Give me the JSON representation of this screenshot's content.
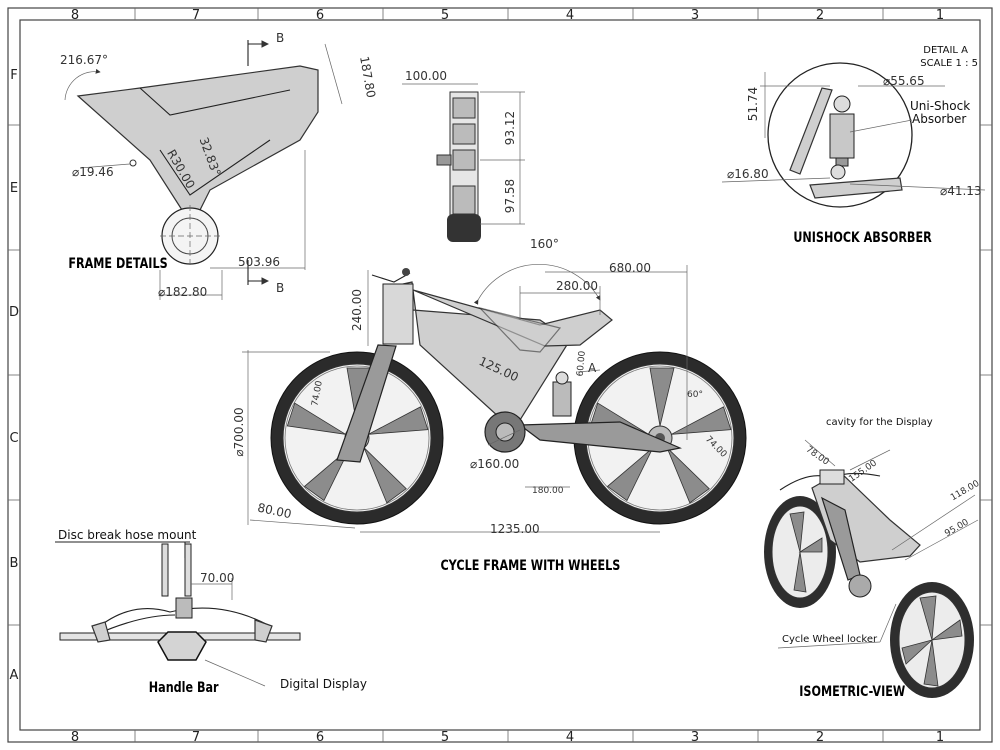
{
  "border": {
    "columns": [
      "8",
      "7",
      "6",
      "5",
      "4",
      "3",
      "2",
      "1"
    ],
    "rows": [
      "F",
      "E",
      "D",
      "C",
      "B",
      "A"
    ]
  },
  "titles": {
    "frame_details": "FRAME DETAILS",
    "unishock": "UNISHOCK ABSORBER",
    "cycle_frame": "CYCLE FRAME WITH WHEELS",
    "handle_bar": "Handle Bar",
    "isometric": "ISOMETRIC-VIEW"
  },
  "detail": {
    "line1": "DETAIL A",
    "line2": "SCALE 1 : 5"
  },
  "section_marks": {
    "top": "B",
    "bottom": "B",
    "detail": "A"
  },
  "frame_dims": {
    "angle": "216.67°",
    "r30": "R30.00",
    "angle2": "32.83°",
    "d1946": "⌀19.46",
    "h18780": "187.80",
    "l50396": "503.96",
    "d18280": "⌀182.80"
  },
  "side_dims": {
    "w10000": "100.00",
    "h9312": "93.12",
    "h9758": "97.58"
  },
  "shock_dims": {
    "h5174": "51.74",
    "d5565": "⌀55.65",
    "d1680": "⌀16.80",
    "d4113": "⌀41.13"
  },
  "shock_label": {
    "line1": "Uni-Shock",
    "line2": "Absorber"
  },
  "main_dims": {
    "a160": "160°",
    "l68000": "680.00",
    "l28000": "280.00",
    "l24000": "240.00",
    "l12500": "125.00",
    "d70000": "⌀700.00",
    "l7400a": "74.00",
    "l6000": "60.00",
    "l7400b": "74.00",
    "a60": "60°",
    "d16000": "⌀160.00",
    "l18000": "180.00",
    "l8000": "80.00",
    "l123500": "1235.00"
  },
  "handle": {
    "hose_label": "Disc break hose mount",
    "w7000": "70.00",
    "display_label": "Digital Display"
  },
  "iso": {
    "cavity_label": "cavity for the Display",
    "l7800": "78.00",
    "l15500": "155.00",
    "l11800": "118.00",
    "l9500": "95.00",
    "locker_label": "Cycle Wheel locker"
  }
}
